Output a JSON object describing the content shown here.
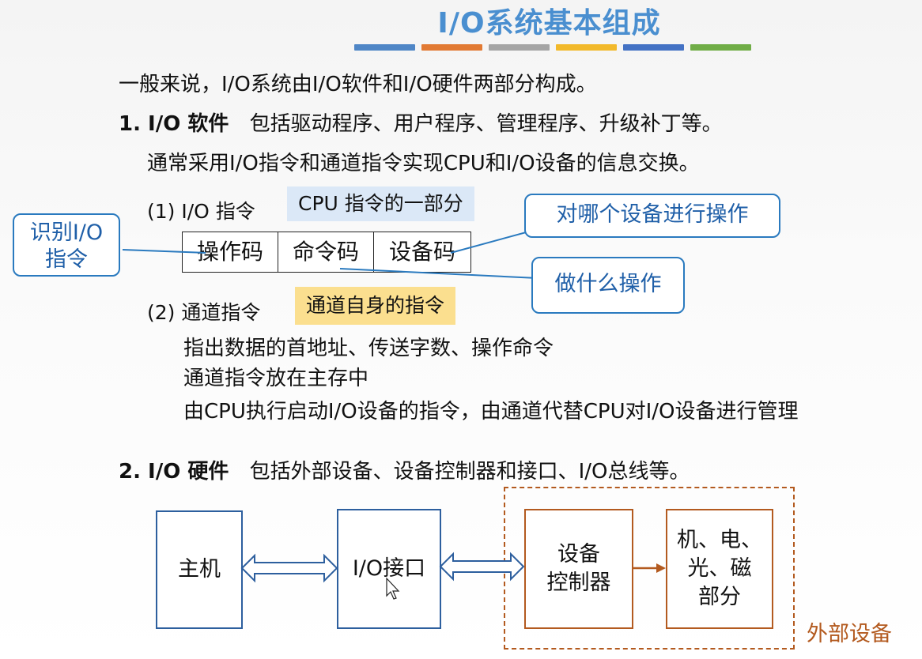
{
  "title": "I/O系统基本组成",
  "title_bar_colors": [
    "#4f86c6",
    "#e27a33",
    "#a5a5a5",
    "#f2b92b",
    "#4472c4",
    "#70ad47"
  ],
  "intro": "一般来说，I/O系统由I/O软件和I/O硬件两部分构成。",
  "software": {
    "heading": "1. I/O 软件",
    "desc": "包括驱动程序、用户程序、管理程序、升级补丁等。",
    "line2": "通常采用I/O指令和通道指令实现CPU和I/O设备的信息交换。",
    "io_instr_label": "(1) I/O 指令",
    "io_instr_tag": "CPU 指令的一部分",
    "fields": [
      "操作码",
      "命令码",
      "设备码"
    ],
    "callout_identify": "识别I/O指令",
    "callout_identify_l1": "识别I/O",
    "callout_identify_l2": "指令",
    "callout_device": "对哪个设备进行操作",
    "callout_what": "做什么操作",
    "channel_label": "(2) 通道指令",
    "channel_tag": "通道自身的指令",
    "channel_lines": [
      "指出数据的首地址、传送字数、操作命令",
      "通道指令放在主存中",
      "由CPU执行启动I/O设备的指令，由通道代替CPU对I/O设备进行管理"
    ]
  },
  "hardware": {
    "heading": "2. I/O 硬件",
    "desc": "包括外部设备、设备控制器和接口、I/O总线等。",
    "host": "主机",
    "interface": "I/O接口",
    "controller_l1": "设备",
    "controller_l2": "控制器",
    "parts_l1": "机、电、",
    "parts_l2": "光、磁",
    "parts_l3": "部分",
    "external_label": "外部设备"
  },
  "colors": {
    "title": "#4a8fd0",
    "blue_tag_bg": "#dbe8f7",
    "yellow_tag_bg": "#fbdf8f",
    "callout_border": "#2a7abf",
    "host_border": "#2d5f9e",
    "brown": "#b35a1f"
  }
}
